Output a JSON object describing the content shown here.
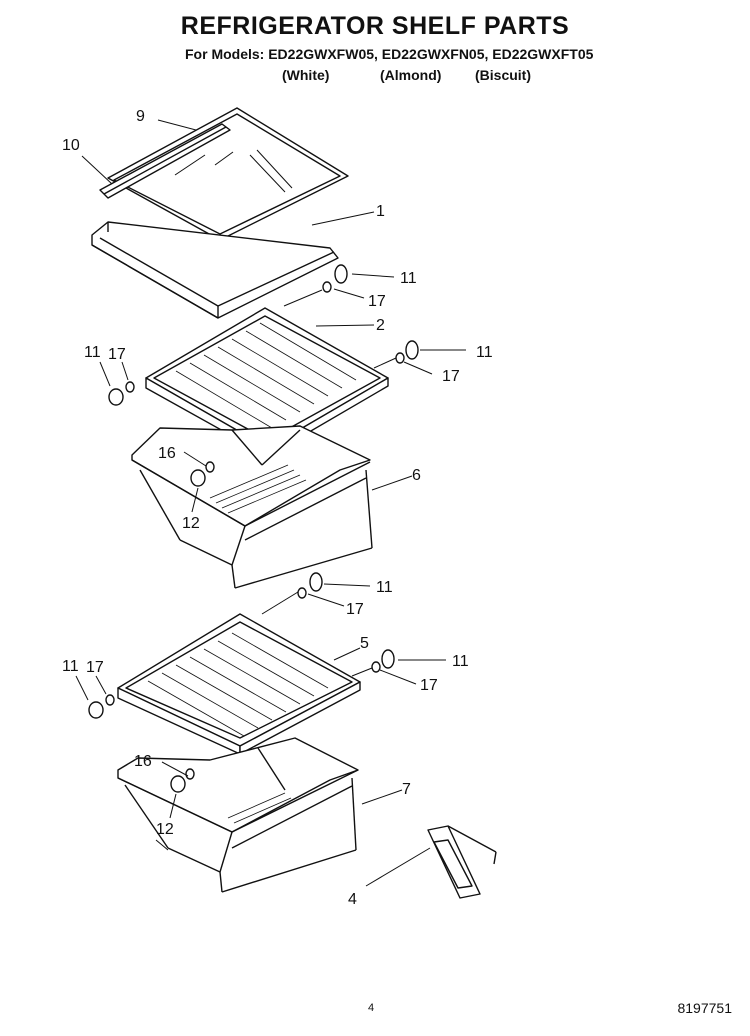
{
  "header": {
    "title": "REFRIGERATOR SHELF PARTS",
    "models": "For Models: ED22GWXFW05, ED22GWXFN05, ED22GWXFT05",
    "variants": [
      "(White)",
      "(Almond)",
      "(Biscuit)"
    ]
  },
  "callouts": {
    "c9": "9",
    "c10": "10",
    "c1": "1",
    "c11a": "11",
    "c17a": "17",
    "c2": "2",
    "c11b": "11",
    "c17b": "17",
    "c11c": "11",
    "c17c": "17",
    "c16a": "16",
    "c12a": "12",
    "c6": "6",
    "c11d": "11",
    "c17d": "17",
    "c5": "5",
    "c11e": "11",
    "c17e": "17",
    "c11f": "11",
    "c17f": "17",
    "c16b": "16",
    "c12b": "12",
    "c7": "7",
    "c4": "4"
  },
  "footer": {
    "page_number": "4",
    "doc_number": "8197751"
  }
}
